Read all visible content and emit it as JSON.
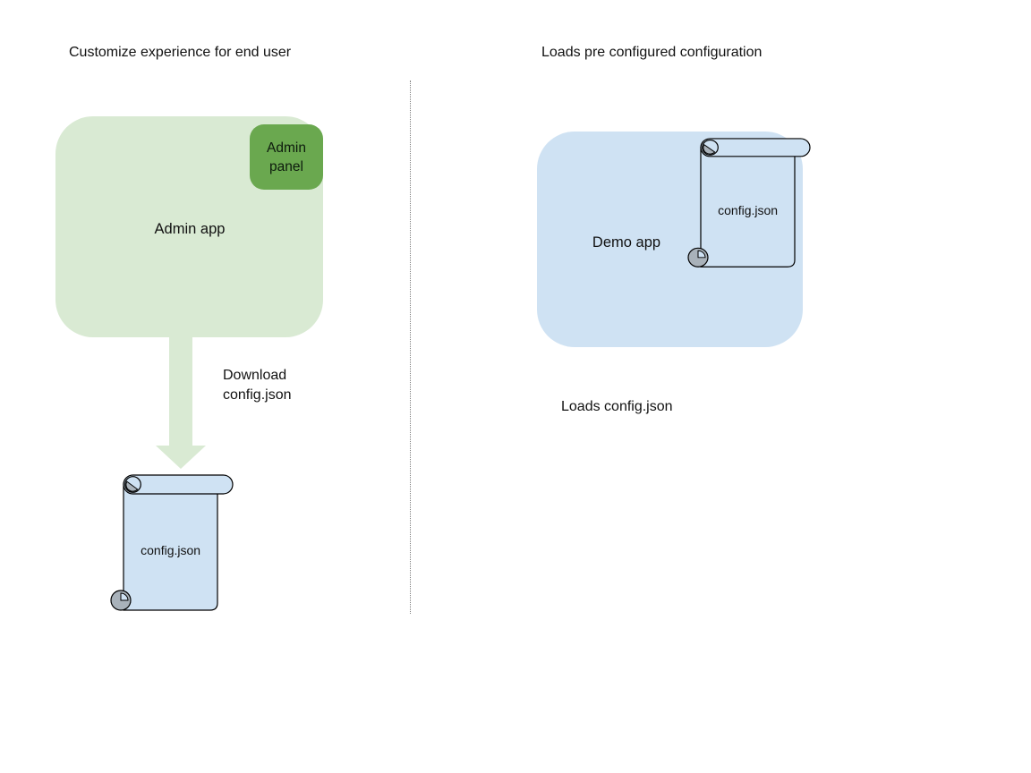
{
  "left": {
    "title": "Customize experience for end user",
    "admin_app_label": "Admin app",
    "admin_panel_label": "Admin panel",
    "download_label": "Download\nconfig.json",
    "scroll_label": "config.json"
  },
  "right": {
    "title": "Loads pre configured configuration",
    "demo_app_label": "Demo app",
    "scroll_label": "config.json",
    "loads_label": "Loads config.json"
  },
  "colors": {
    "bg": "#ffffff",
    "admin_app": "#d9ead3",
    "admin_panel": "#6aa84f",
    "arrow": "#d9ead3",
    "demo_app": "#cfe2f3",
    "scroll_fill": "#cfe2f3",
    "scroll_stroke": "#000000",
    "curl_gray": "#a9b2ba",
    "divider": "#808080"
  }
}
